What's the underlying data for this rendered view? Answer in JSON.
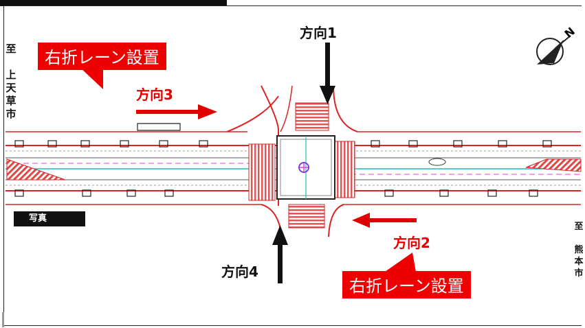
{
  "header_bar": "",
  "directions": {
    "d1": "方向1",
    "d2": "方向2",
    "d3": "方向3",
    "d4": "方向4"
  },
  "callouts": {
    "left": "右折レーン設置",
    "right": "右折レーン設置"
  },
  "photo_label": "写真",
  "destinations": {
    "left": "至 上天草市",
    "right": "至 熊本市"
  },
  "compass": "N",
  "colors": {
    "accent_red": "#ef0000",
    "arrow_black": "#111111",
    "road_red": "#e23a3a",
    "hatch_red": "#e04848",
    "lane_cyan": "#22b7c9",
    "lane_magenta": "#e23fd8"
  }
}
